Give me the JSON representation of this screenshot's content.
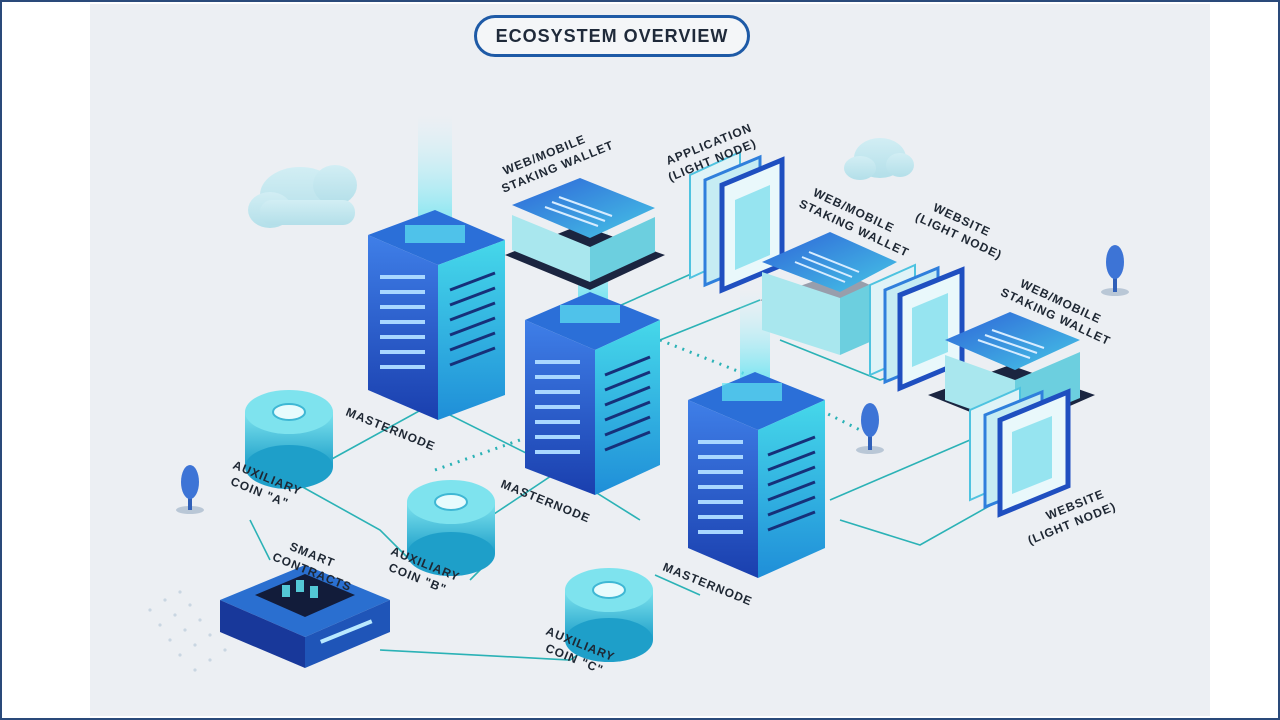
{
  "title": "ECOSYSTEM OVERVIEW",
  "labels": {
    "web_wallet_1": [
      "WEB/MOBILE",
      "STAKING WALLET"
    ],
    "application": [
      "APPLICATION",
      "(LIGHT NODE)"
    ],
    "web_wallet_2": [
      "WEB/MOBILE",
      "STAKING WALLET"
    ],
    "website_1": [
      "WEBSITE",
      "(LIGHT NODE)"
    ],
    "web_wallet_3": [
      "WEB/MOBILE",
      "STAKING WALLET"
    ],
    "website_2": [
      "WEBSITE",
      "(LIGHT NODE)"
    ],
    "masternode_1": "MASTERNODE",
    "masternode_2": "MASTERNODE",
    "masternode_3": "MASTERNODE",
    "aux_a": [
      "AUXILIARY",
      "COIN \"A\""
    ],
    "aux_b": [
      "AUXILIARY",
      "COIN \"B\""
    ],
    "aux_c": [
      "AUXILIARY",
      "COIN \"C\""
    ],
    "smart_contracts": [
      "SMART",
      "CONTRACTS"
    ]
  },
  "colors": {
    "accent_dark": "#1e4fc2",
    "accent_light": "#34d0e6",
    "line": "#2bb2b6",
    "title_border": "#1e5aa6"
  }
}
